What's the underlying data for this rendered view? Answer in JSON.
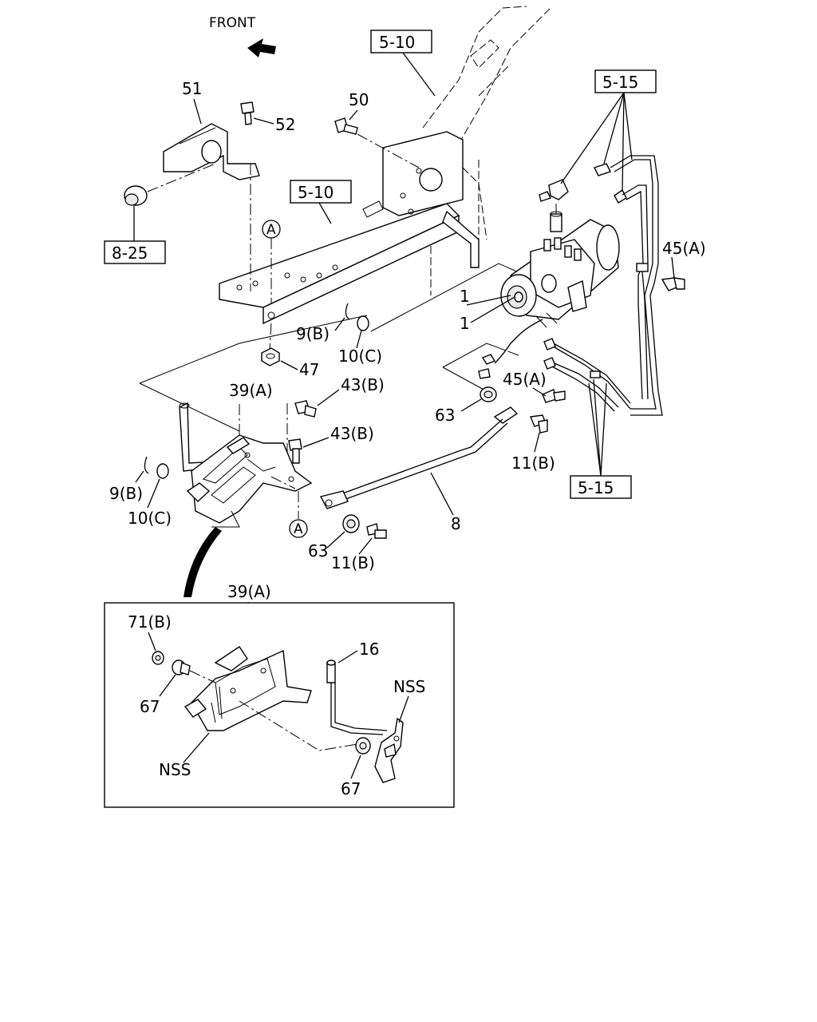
{
  "direction_label": "FRONT",
  "refs": {
    "r510_top": "5-10",
    "r510_mid": "5-10",
    "r515_top": "5-15",
    "r515_bot": "5-15",
    "r825": "8-25"
  },
  "callouts": {
    "c51": "51",
    "c52": "52",
    "c50": "50",
    "c45a_top": "45(A)",
    "c1": "1",
    "c9b_top": "9(B)",
    "c10c_top": "10(C)",
    "c47": "47",
    "c39a": "39(A)",
    "c43b_1": "43(B)",
    "c43b_2": "43(B)",
    "c45a_mid": "45(A)",
    "c63_right": "63",
    "c11b_right": "11(B)",
    "c9b_left": "9(B)",
    "c10c_left": "10(C)",
    "c8": "8",
    "c63_mid": "63",
    "c11b_mid": "11(B)"
  },
  "markers": {
    "a_top": "A",
    "a_bottom": "A"
  },
  "inset": {
    "title": "39(A)",
    "c71b": "71(B)",
    "c67_left": "67",
    "c16": "16",
    "nss_right": "NSS",
    "nss_left": "NSS",
    "c67_bottom": "67"
  }
}
